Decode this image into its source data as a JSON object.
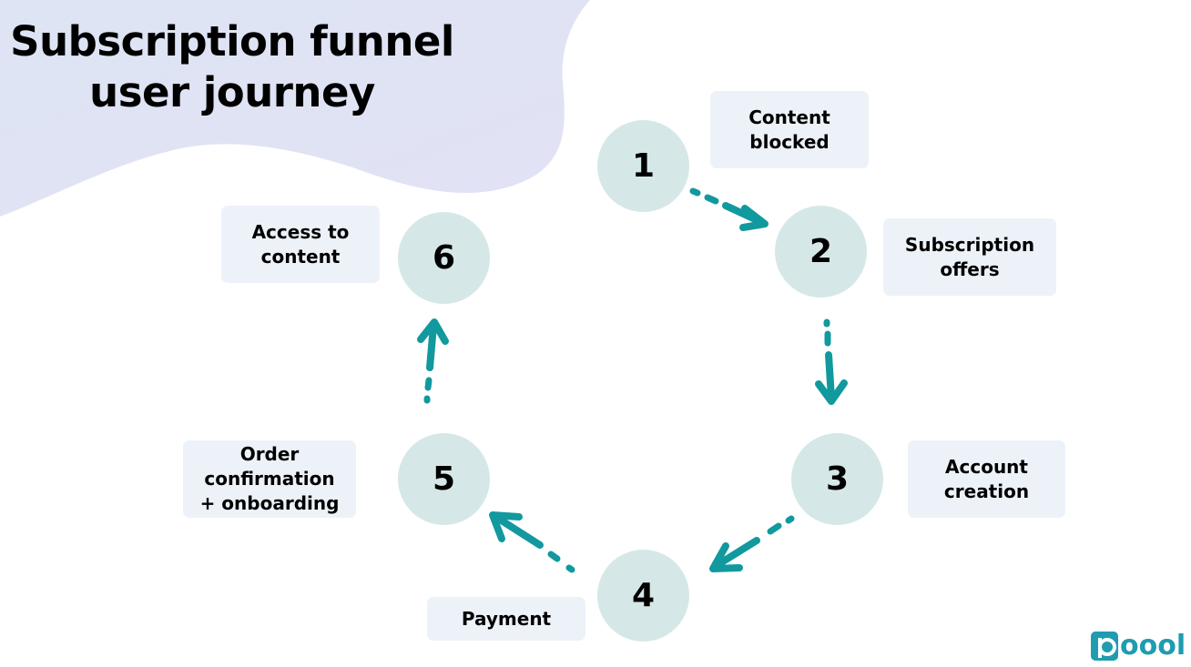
{
  "title": {
    "line1": "Subscription funnel",
    "line2": "user journey"
  },
  "colors": {
    "background_blob": "#dfe3f4",
    "step_circle": "#d5e8e7",
    "label_box": "#edf2f9",
    "arrow": "#11999e",
    "text": "#000000",
    "logo": "#1f9cb0"
  },
  "steps": [
    {
      "number": "1",
      "label_line1": "Content",
      "label_line2": "blocked",
      "label_line3": ""
    },
    {
      "number": "2",
      "label_line1": "Subscription",
      "label_line2": "offers",
      "label_line3": ""
    },
    {
      "number": "3",
      "label_line1": "Account",
      "label_line2": "creation",
      "label_line3": ""
    },
    {
      "number": "4",
      "label_line1": "Payment",
      "label_line2": "",
      "label_line3": ""
    },
    {
      "number": "5",
      "label_line1": "Order",
      "label_line2": "confirmation",
      "label_line3": "+ onboarding"
    },
    {
      "number": "6",
      "label_line1": "Access to",
      "label_line2": "content",
      "label_line3": ""
    }
  ],
  "connections": [
    {
      "from": "1",
      "to": "2"
    },
    {
      "from": "2",
      "to": "3"
    },
    {
      "from": "3",
      "to": "4"
    },
    {
      "from": "4",
      "to": "5"
    },
    {
      "from": "5",
      "to": "6"
    }
  ],
  "logo": {
    "text": "oool",
    "icon": "p-logo-icon"
  }
}
